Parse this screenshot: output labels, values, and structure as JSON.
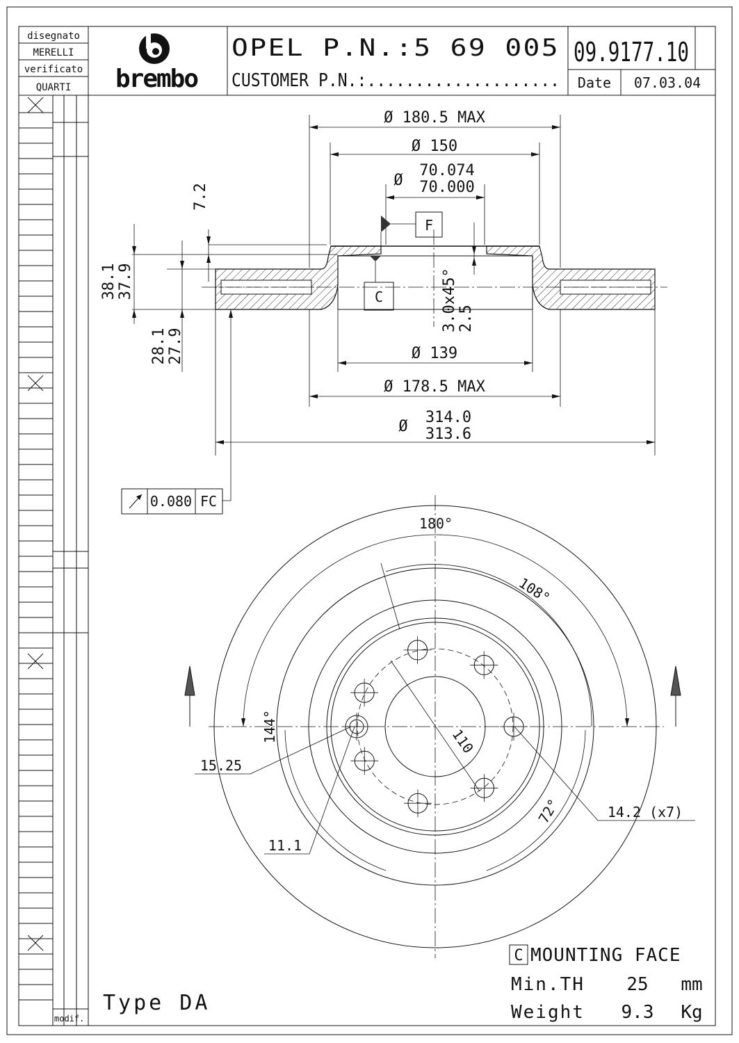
{
  "title_block": {
    "drawn_label": "disegnato",
    "drawn_by": "MERELLI",
    "checked_label": "verificato",
    "checked_by": "QUARTI",
    "brand": "brembo",
    "oem_pn": "OPEL P.N.:5 69 005",
    "customer_pn": "CUSTOMER P.N.:....................",
    "drawing_number": "09.9177.10",
    "date_label": "Date",
    "date": "07.03.04"
  },
  "revision_column": {
    "modif_label": "modif."
  },
  "section_view": {
    "dia_outer_hub": "Ø 180.5 MAX",
    "dia_150": "Ø 150",
    "dia_center_upper": "70.074",
    "dia_center_lower": "70.000",
    "dia_symbol": "Ø",
    "hat_thickness": "7.2",
    "height_upper": "38.1",
    "height_lower": "37.9",
    "width_upper": "28.1",
    "width_lower": "27.9",
    "chamfer_upper": "3.0x45°",
    "chamfer_lower": "2.5",
    "dia_139": "Ø 139",
    "dia_inner_hub": "Ø 178.5 MAX",
    "dia_disc_upper": "314.0",
    "dia_disc_lower": "313.6",
    "datum_f": "F",
    "datum_c": "C",
    "runout_tolerance": "0.080",
    "runout_datums": "FC"
  },
  "front_view": {
    "angle_180": "180°",
    "angle_108": "108°",
    "angle_144": "144°",
    "angle_72": "72°",
    "pcd": "110",
    "hole_15": "15.25",
    "hole_11": "11.1",
    "bolt_holes": "14.2 (x7)"
  },
  "notes": {
    "mounting_box": "C",
    "mounting_face": "MOUNTING FACE",
    "min_th_label": "Min.TH",
    "min_th_value": "25",
    "min_th_unit": "mm",
    "weight_label": "Weight",
    "weight_value": "9.3",
    "weight_unit": "Kg",
    "type": "Type DA"
  }
}
